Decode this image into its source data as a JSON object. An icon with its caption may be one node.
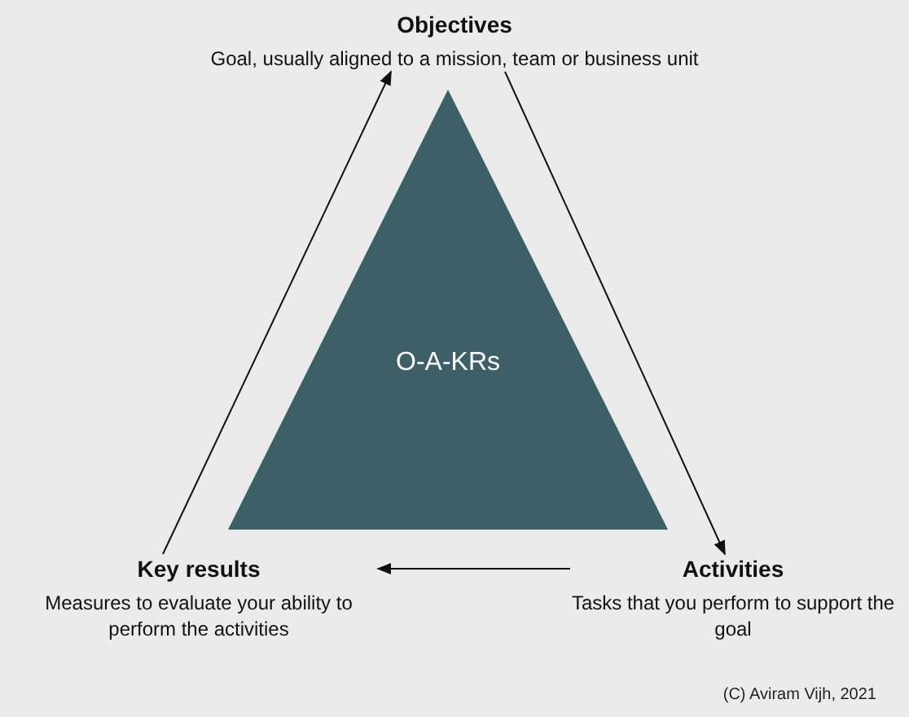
{
  "diagram": {
    "nodes": [
      {
        "text": [
          "Objectives",
          "Goal, usually aligned to a mission, team or business unit"
        ]
      },
      {
        "text": [
          "Activities",
          "Tasks that you perform to support the goal"
        ]
      },
      {
        "text": [
          "Key results",
          "Measures to evaluate your ability to perform the activities"
        ]
      },
      {
        "text": [
          "O-A-KRs"
        ]
      }
    ],
    "edges": [
      {
        "from": 2,
        "to": 0,
        "arrow": "to"
      },
      {
        "from": 0,
        "to": 1,
        "arrow": "to"
      },
      {
        "from": 1,
        "to": 2,
        "arrow": "to"
      }
    ],
    "labels": [
      "(C) Aviram Vijh, 2021"
    ]
  }
}
